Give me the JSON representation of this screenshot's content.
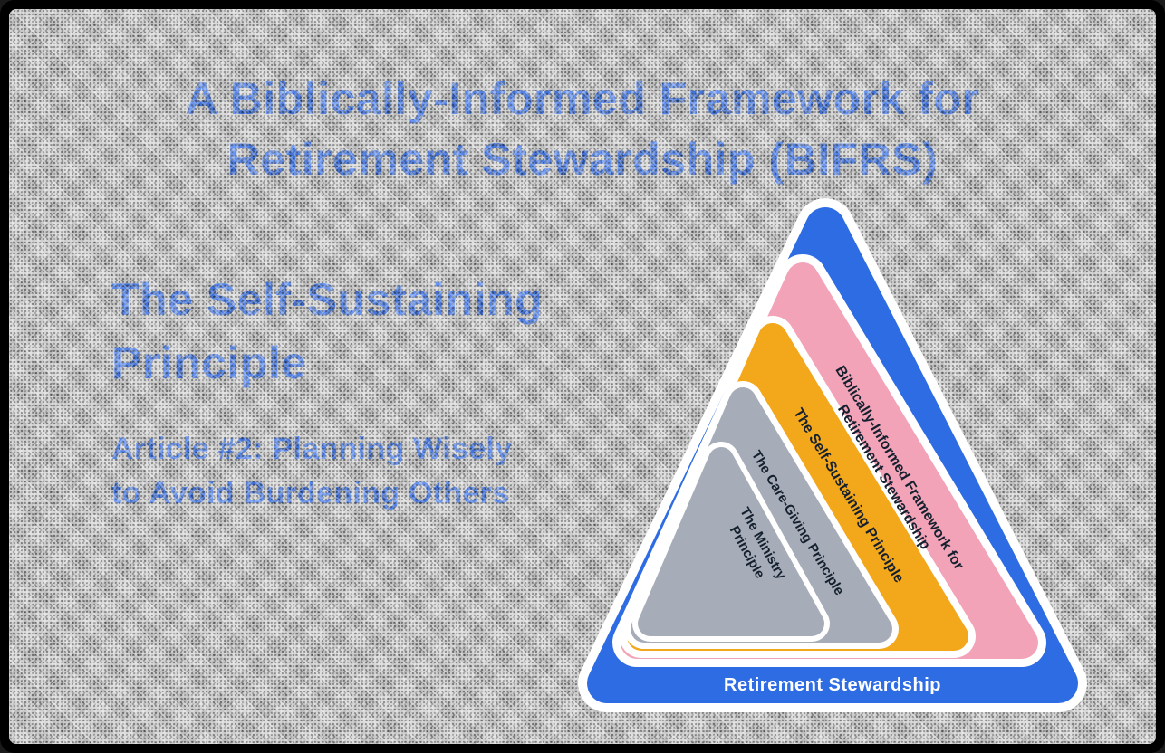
{
  "page": {
    "title": {
      "line1": "A Biblically-Informed Framework for",
      "line2": "Retirement Stewardship (BIFRS)"
    },
    "heading": {
      "line1": "The Self-Sustaining",
      "line2": "Principle"
    },
    "subheading": {
      "line1": "Article #2: Planning Wisely",
      "line2": "to Avoid Burdening Others"
    }
  },
  "diagram": {
    "type": "nested-rounded-triangles",
    "outline_color": "#ffffff",
    "label_text_color": "#15202f",
    "base_label_color": "#ffffff",
    "layers": [
      {
        "name": "retirement-stewardship",
        "color": "#2e6ce4",
        "label": "Retirement Stewardship"
      },
      {
        "name": "bifrs",
        "color": "#f3a3b8",
        "label_line1": "Biblically-Informed Framework for",
        "label_line2": "Retirement Stewardship"
      },
      {
        "name": "self-sustaining",
        "color": "#f3a71b",
        "label": "The Self-Sustaining Principle"
      },
      {
        "name": "care-giving",
        "color": "#a7adb8",
        "label": "The Care-Giving Principle"
      },
      {
        "name": "ministry",
        "color": "#a7adb8",
        "label_line1": "The Ministry",
        "label_line2": "Principle"
      }
    ]
  },
  "colors": {
    "accent_blue": "#4a80f2",
    "background": "#d4d4d4",
    "frame": "#000000"
  }
}
